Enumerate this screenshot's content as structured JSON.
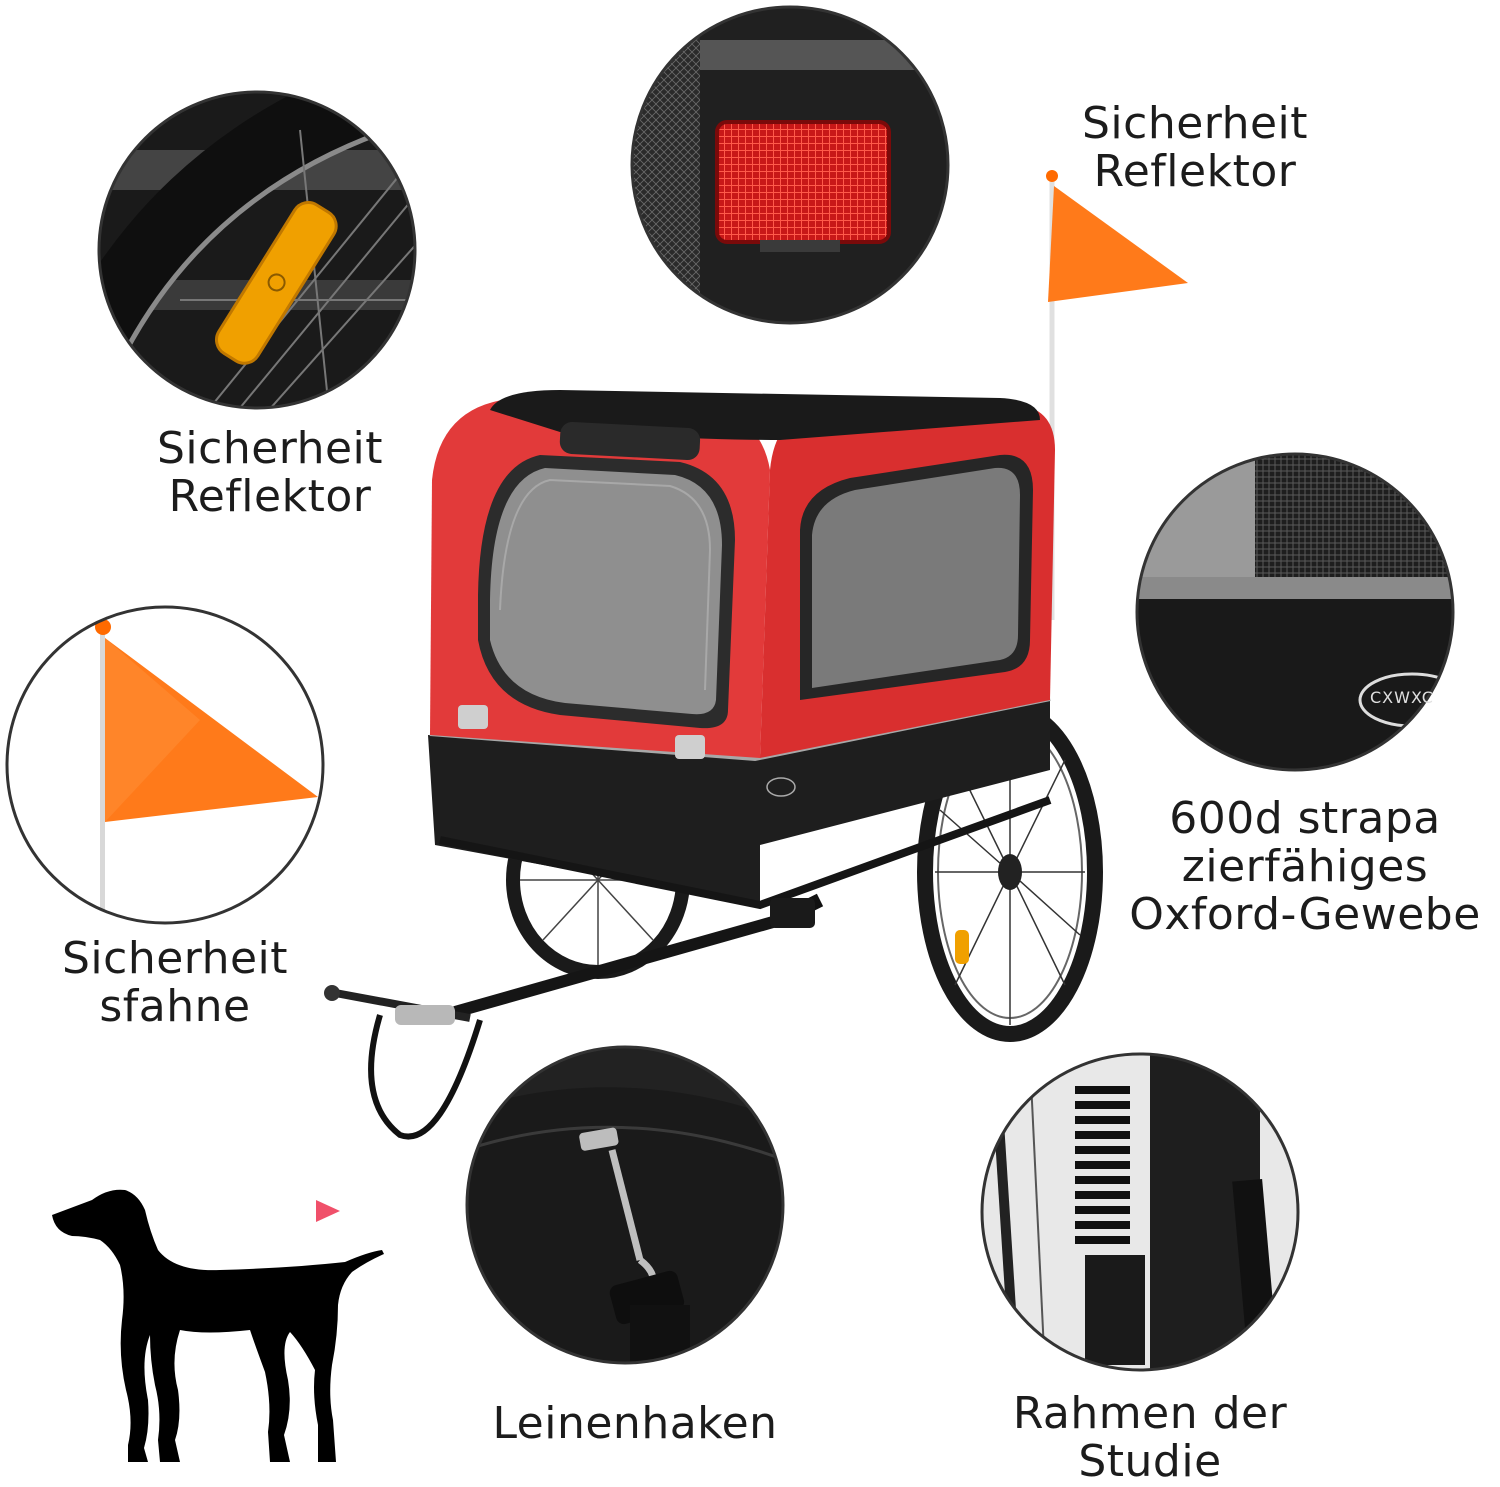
{
  "labels": {
    "reflector_top": {
      "line1": "Sicherheit",
      "line2": "Reflektor"
    },
    "reflector_left": {
      "line1": "Sicherheit",
      "line2": "Reflektor"
    },
    "flag": {
      "line1": "Sicherheit",
      "line2": "sfahne"
    },
    "fabric": {
      "line1": "600d strapa",
      "line2": "zierfähiges",
      "line3": "Oxford-Gewebe"
    },
    "leash_hook": {
      "line1": "Leinenhaken"
    },
    "frame": {
      "line1": "Rahmen der",
      "line2": "Studie"
    }
  },
  "logo_text": "CXWXC",
  "colors": {
    "trailer_red": "#e23a3a",
    "trailer_black": "#1e1e1e",
    "flag_orange": "#ff7a1a",
    "reflector_amber": "#f0a000",
    "reflector_red": "#d81e1e",
    "arrow_pink": "#f0506a"
  }
}
